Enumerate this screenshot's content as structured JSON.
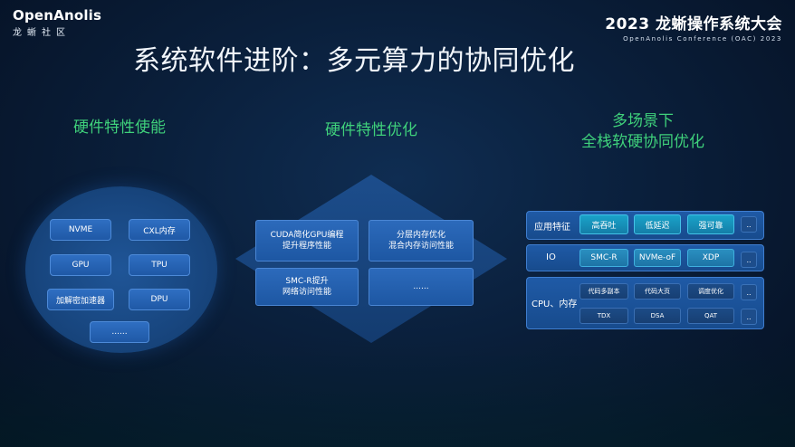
{
  "brand": {
    "name": "OpenAnolis",
    "sub": "龙蜥社区"
  },
  "conference": {
    "title": "2023 龙蜥操作系统大会",
    "subtitle": "OpenAnolis Conference (OAC) 2023"
  },
  "slide_title": "系统软件进阶：多元算力的协同优化",
  "columns": {
    "left": {
      "heading": "硬件特性使能",
      "items": [
        "NVME",
        "CXL内存",
        "GPU",
        "TPU",
        "加解密加速器",
        "DPU",
        "......"
      ]
    },
    "middle": {
      "heading": "硬件特性优化",
      "items": [
        "CUDA简化GPU编程",
        "提升程序性能",
        "分层内存优化",
        "混合内存访问性能",
        "SMC-R提升",
        "网络访问性能",
        "......",
        ""
      ]
    },
    "right": {
      "heading_line1": "多场景下",
      "heading_line2": "全栈软硬协同优化",
      "row1": {
        "label": "应用特征",
        "items": [
          "高吞吐",
          "低延迟",
          "强可靠",
          ".."
        ]
      },
      "row2": {
        "label": "IO",
        "items": [
          "SMC-R",
          "NVMe-oF",
          "XDP",
          ".."
        ]
      },
      "row3": {
        "label": "CPU、内存",
        "items": [
          "代码多副本",
          "代码大页",
          "调度优化",
          "..",
          "TDX",
          "DSA",
          "QAT",
          ".."
        ]
      }
    }
  },
  "colors": {
    "accent_green": "#3fd17b",
    "box_blue": "#2f6fc2",
    "background": "#061427"
  }
}
